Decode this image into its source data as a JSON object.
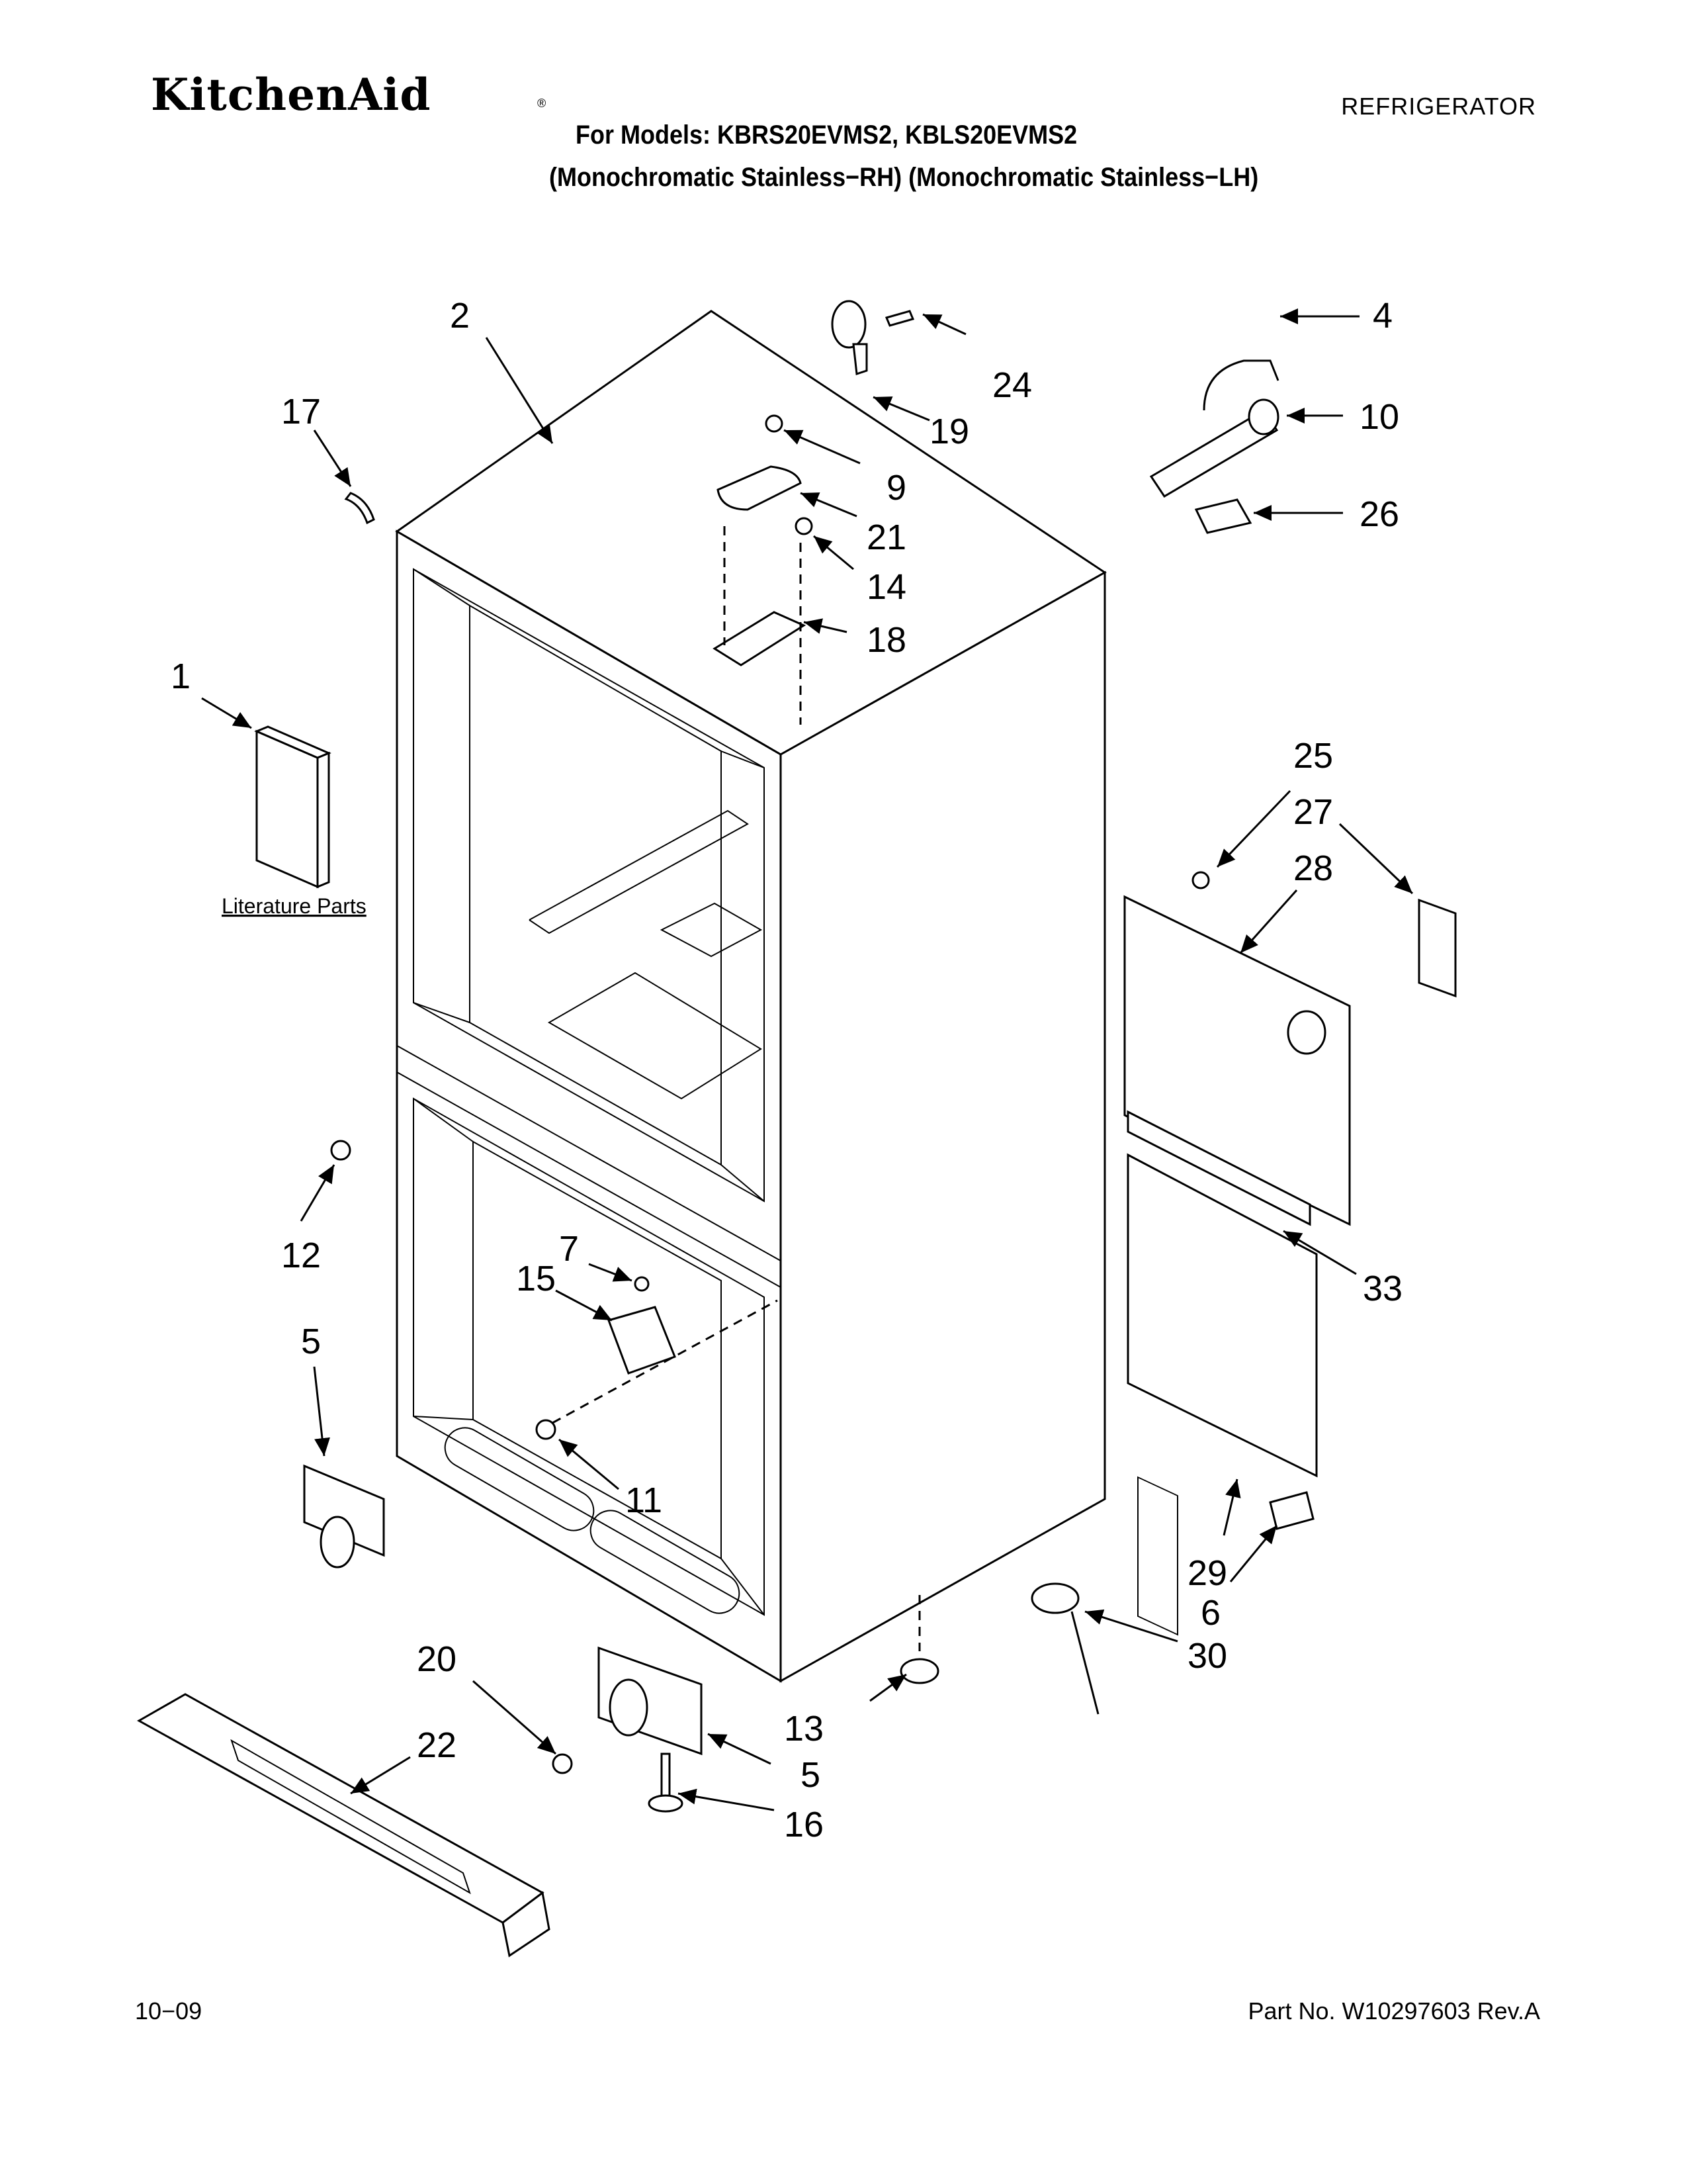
{
  "header": {
    "brand": "KitchenAid",
    "brand_mark": "®",
    "document_type": "REFRIGERATOR",
    "models_line": "For Models: KBRS20EVMS2, KBLS20EVMS2",
    "variants_line": "(Monochromatic Stainless−RH) (Monochromatic Stainless−LH)"
  },
  "footer": {
    "date_code": "10−09",
    "part_number": "Part No. W10297603 Rev.A"
  },
  "diagram": {
    "callouts": {
      "c1": "1",
      "c2": "2",
      "c4": "4",
      "c5a": "5",
      "c5b": "5",
      "c6": "6",
      "c7": "7",
      "c9": "9",
      "c10": "10",
      "c11": "11",
      "c12": "12",
      "c13": "13",
      "c14": "14",
      "c15": "15",
      "c16": "16",
      "c17": "17",
      "c18": "18",
      "c19": "19",
      "c20": "20",
      "c21": "21",
      "c22": "22",
      "c24": "24",
      "c25": "25",
      "c26": "26",
      "c27": "27",
      "c28": "28",
      "c29": "29",
      "c30": "30",
      "c33": "33"
    },
    "literature_label": "Literature Parts"
  },
  "colors": {
    "line": "#000000",
    "background": "#ffffff"
  }
}
